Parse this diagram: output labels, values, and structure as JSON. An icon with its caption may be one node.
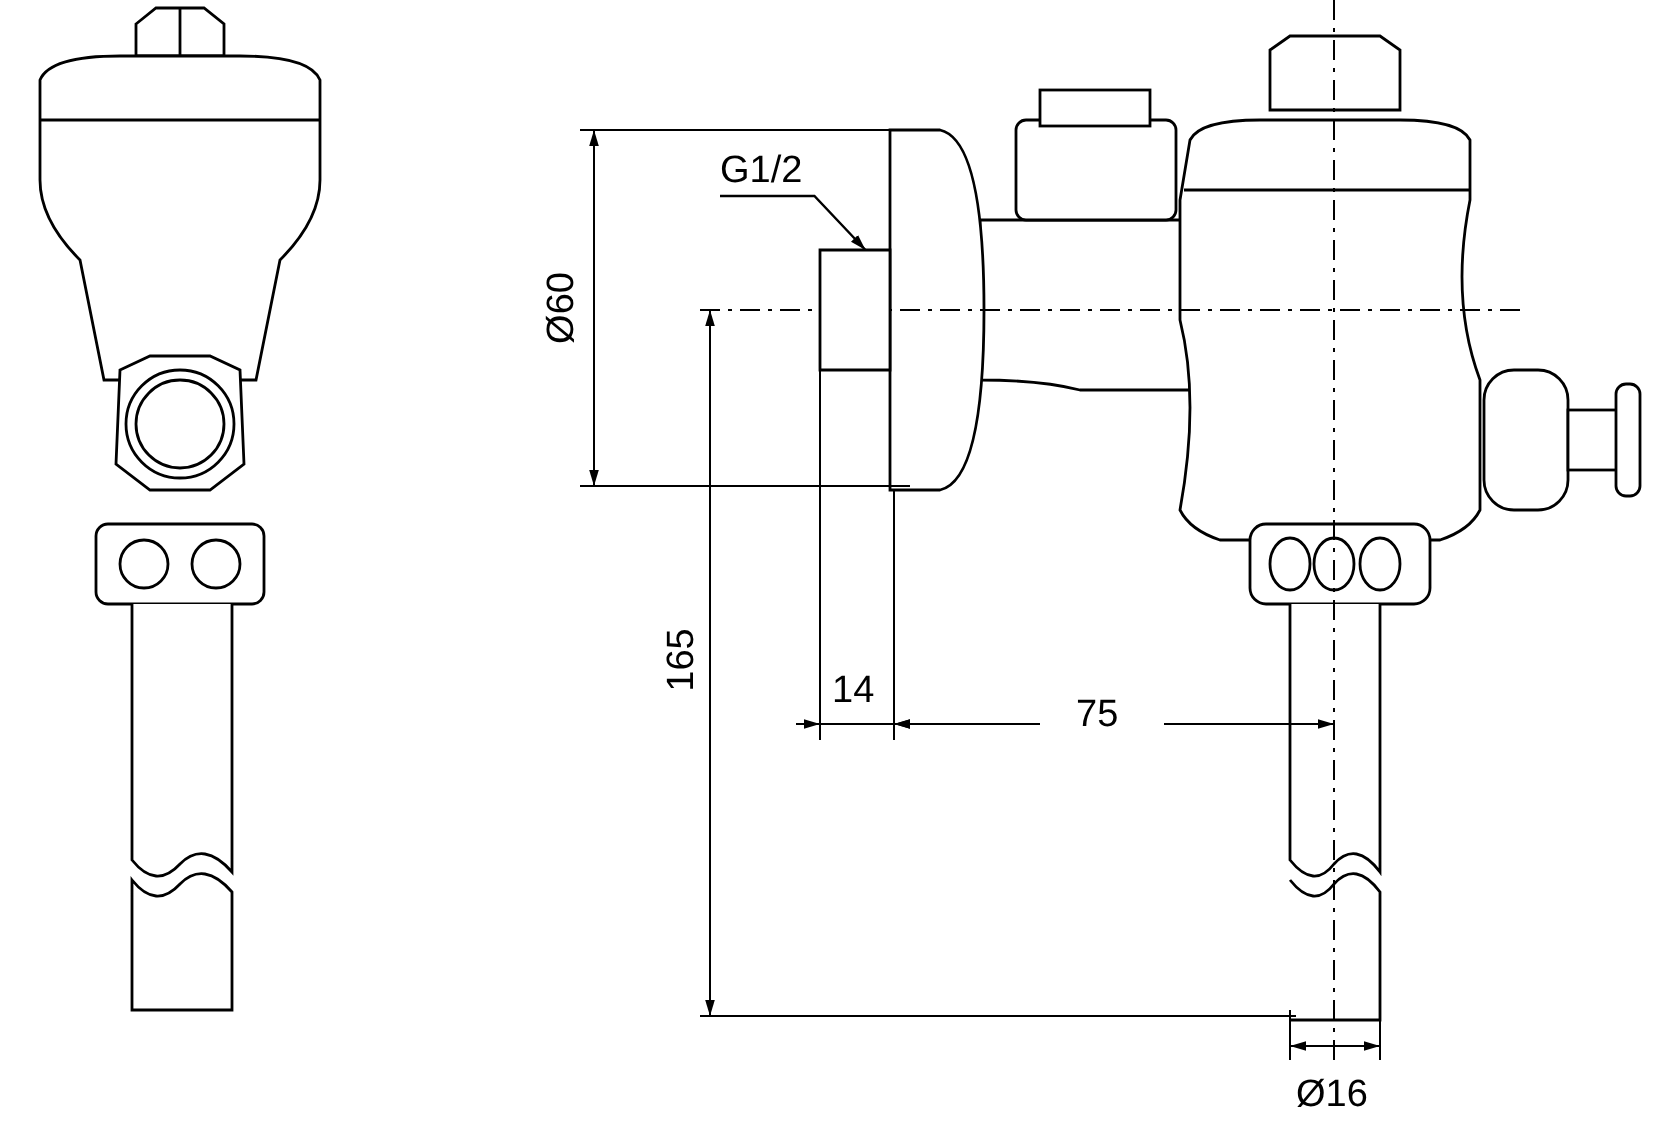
{
  "diagram": {
    "nodes": [
      {
        "text": [
          "G1/2"
        ]
      },
      {
        "text": [],
        "shape": "box"
      }
    ],
    "edges": [
      {
        "from": 0,
        "to": 1,
        "arrow": "to"
      }
    ],
    "labels": [
      "Ø60",
      "165",
      "14",
      "75",
      "Ø16"
    ]
  }
}
